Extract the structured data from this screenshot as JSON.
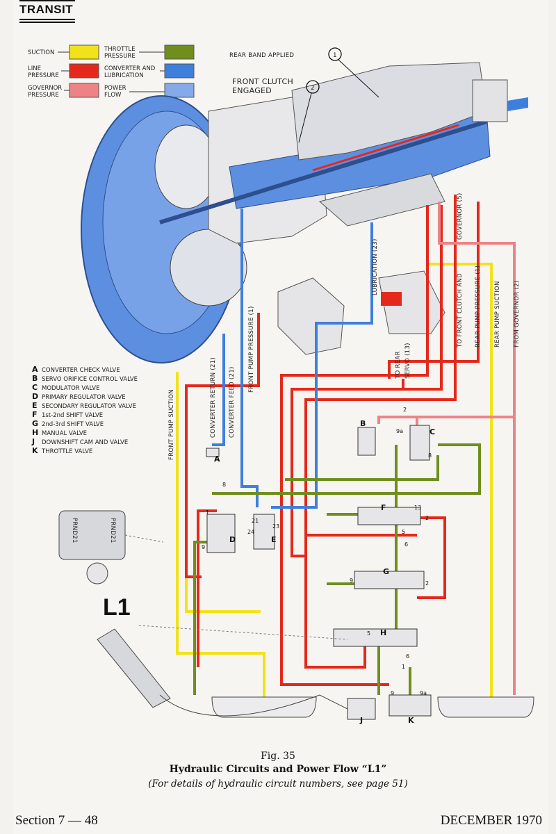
{
  "header": {
    "title": "TRANSIT"
  },
  "legend": [
    {
      "label": "SUCTION",
      "color": "#f2e21a"
    },
    {
      "label": "LINE PRESSURE",
      "color": "#e4291c"
    },
    {
      "label": "GOVERNOR PRESSURE",
      "color": "#ec8486"
    },
    {
      "label": "THROTTLE PRESSURE",
      "color": "#6f8e1e"
    },
    {
      "label": "CONVERTER AND LUBRICATION",
      "color": "#3f7fdc"
    },
    {
      "label": "POWER FLOW",
      "color": "#86a9e8"
    }
  ],
  "callouts": [
    {
      "label": "REAR BAND APPLIED",
      "number": "1"
    },
    {
      "label": "FRONT CLUTCH ENGAGED",
      "number": "2"
    }
  ],
  "valves": [
    {
      "letter": "A",
      "name": "CONVERTER CHECK VALVE"
    },
    {
      "letter": "B",
      "name": "SERVO ORIFICE CONTROL VALVE"
    },
    {
      "letter": "C",
      "name": "MODULATOR VALVE"
    },
    {
      "letter": "D",
      "name": "PRIMARY REGULATOR VALVE"
    },
    {
      "letter": "E",
      "name": "SECONDARY REGULATOR VALVE"
    },
    {
      "letter": "F",
      "name": "1st-2nd SHIFT VALVE"
    },
    {
      "letter": "G",
      "name": "2nd-3rd SHIFT VALVE"
    },
    {
      "letter": "H",
      "name": "MANUAL VALVE"
    },
    {
      "letter": "J",
      "name": "DOWNSHIFT CAM AND VALVE"
    },
    {
      "letter": "K",
      "name": "THROTTLE VALVE"
    }
  ],
  "line_labels": {
    "front_pump_suction": "FRONT PUMP SUCTION",
    "converter_return": "CONVERTER RETURN (21)",
    "converter_feed": "CONVERTER FEED (21)",
    "front_pump_pressure": "FRONT PUMP PRESSURE (1)",
    "lubrication": "LUBRICATION (23)",
    "to_rear_servo_1": "TO REAR",
    "to_rear_servo_2": "SERVO (13)",
    "governor": "GOVERNOR (5)",
    "to_front_clutch": "TO FRONT CLUTCH AND",
    "rear_pump_pressure": "REAR PUMP PRESSURE (1)",
    "rear_pump_suction": "REAR PUMP SUCTION",
    "from_governor": "FROM GOVERNOR (2)"
  },
  "circuit_numbers": [
    "8",
    "1",
    "21",
    "24",
    "23",
    "9",
    "2",
    "9a",
    "8",
    "13",
    "2",
    "5",
    "6",
    "9",
    "2",
    "5",
    "6",
    "1",
    "9",
    "9a"
  ],
  "selector_label": "L1",
  "selector_positions": "PRND21",
  "caption": {
    "fig": "Fig. 35",
    "title": "Hydraulic Circuits and Power Flow “L1”",
    "note": "(For details of hydraulic circuit numbers, see page 51)"
  },
  "footer": {
    "section": "Section 7 — 48",
    "date": "DECEMBER 1970"
  }
}
